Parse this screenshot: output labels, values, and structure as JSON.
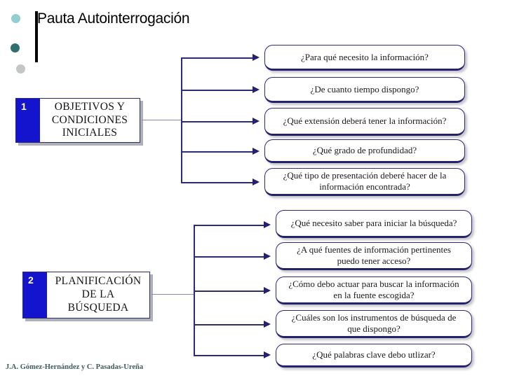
{
  "page_title": "Pauta Autointerrogación",
  "colors": {
    "stage_number_bg": "#1414cf",
    "pill_border": "#2b2b78",
    "connector": "#23236d",
    "dot_teal_light": "#92cdd0",
    "dot_teal_dark": "#2f6f6f",
    "dot_gray": "#c3c6c6",
    "footer_text": "#3f5b5b",
    "background": "#ffffff"
  },
  "decorations": {
    "dot_1": "circle-teal-light",
    "dot_2": "circle-teal-dark",
    "dot_3": "circle-gray",
    "title_rule": "vertical-black-bar"
  },
  "stages": [
    {
      "number": "1",
      "label": "OBJETIVOS Y CONDICIONES INICIALES",
      "questions": [
        "¿Para qué necesito la información?",
        "¿De cuanto tiempo dispongo?",
        "¿Qué extensión deberá tener la información?",
        "¿Qué grado de profundidad?",
        "¿Qué tipo de presentación deberé hacer de la información encontrada?"
      ]
    },
    {
      "number": "2",
      "label": "PLANIFICACIÓN DE LA BÚSQUEDA",
      "questions": [
        "¿Qué necesito saber para iniciar la búsqueda?",
        "¿A qué fuentes de información pertinentes puedo tener acceso?",
        "¿Cómo debo actuar para buscar la información en la fuente escogida?",
        "¿Cuáles son los instrumentos de búsqueda de que dispongo?",
        "¿Qué palabras clave debo utlizar?"
      ]
    }
  ],
  "footer": "J.A. Gómez-Hernández y C. Pasadas-Ureña"
}
